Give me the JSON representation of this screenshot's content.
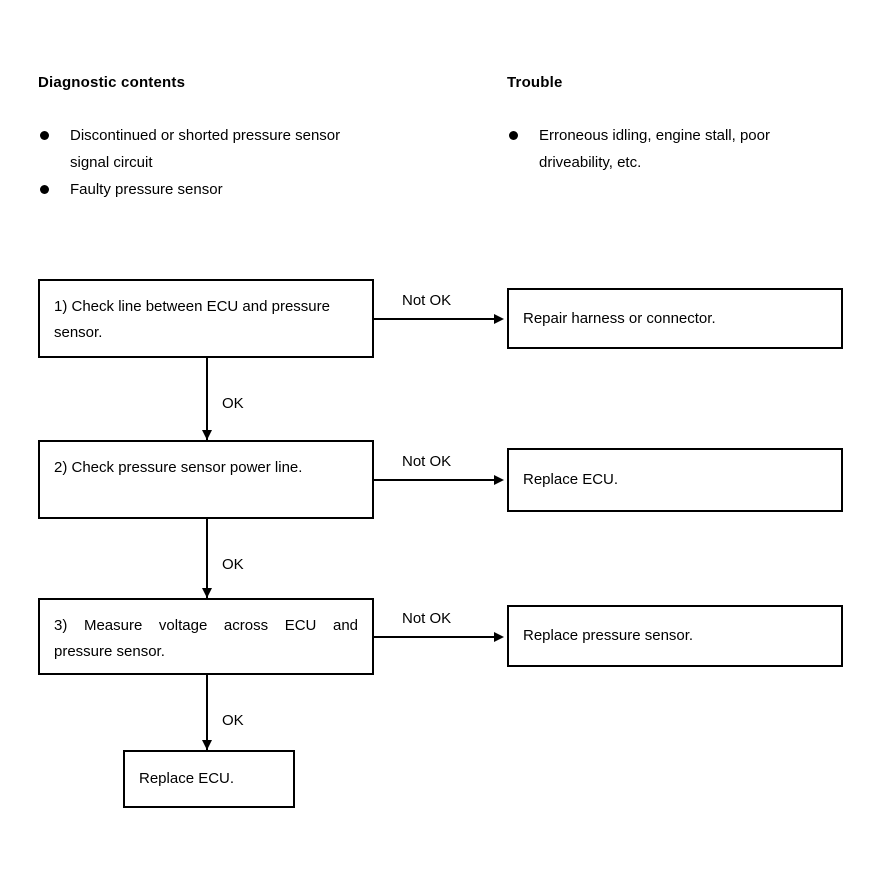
{
  "columns": {
    "diagnostic": {
      "header": "Diagnostic contents",
      "items": [
        "Discontinued or shorted pressure sensor signal circuit",
        "Faulty pressure sensor"
      ]
    },
    "trouble": {
      "header": "Trouble",
      "items": [
        "Erroneous idling, engine stall, poor driveability, etc."
      ]
    }
  },
  "flow": {
    "steps": [
      {
        "label": "1)   Check line between ECU and pressure sensor.",
        "ok_label": "OK",
        "not_ok_label": "Not OK",
        "not_ok_action": "Repair harness or connector."
      },
      {
        "label": "2)   Check pressure sensor power line.",
        "ok_label": "OK",
        "not_ok_label": "Not OK",
        "not_ok_action": "Replace ECU."
      },
      {
        "label": "3)   Measure voltage across ECU and pressure sensor.",
        "ok_label": "OK",
        "not_ok_label": "Not OK",
        "not_ok_action": "Replace pressure sensor."
      }
    ],
    "terminal": "Replace ECU."
  },
  "colors": {
    "ink": "#000000",
    "paper": "#ffffff"
  }
}
